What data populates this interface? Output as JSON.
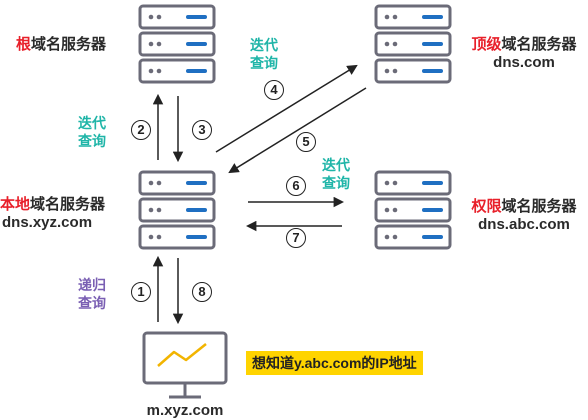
{
  "nodes": {
    "root": {
      "highlight": "根",
      "rest": "域名服务器"
    },
    "tld": {
      "highlight": "顶级",
      "rest": "域名服务器",
      "host": "dns.com"
    },
    "local": {
      "highlight": "本地",
      "rest": "域名服务器",
      "host": "dns.xyz.com"
    },
    "auth": {
      "highlight": "权限",
      "rest": "域名服务器",
      "host": "dns.abc.com"
    },
    "client": {
      "host": "m.xyz.com"
    }
  },
  "labels": {
    "iter_top": [
      "迭代",
      "查询"
    ],
    "iter_left": [
      "迭代",
      "查询"
    ],
    "iter_mid": [
      "迭代",
      "查询"
    ],
    "recur": [
      "递归",
      "查询"
    ]
  },
  "steps": [
    "1",
    "2",
    "3",
    "4",
    "5",
    "6",
    "7",
    "8"
  ],
  "note": "想知道y.abc.com的IP地址",
  "colors": {
    "server_frame": "#6b6b78",
    "server_slot": "#1f6fc2",
    "highlight": "#e8202a",
    "teal": "#1fb5a8",
    "purple": "#7a5fb3",
    "note_bg": "#ffd400",
    "chart_line": "#f2b400"
  }
}
